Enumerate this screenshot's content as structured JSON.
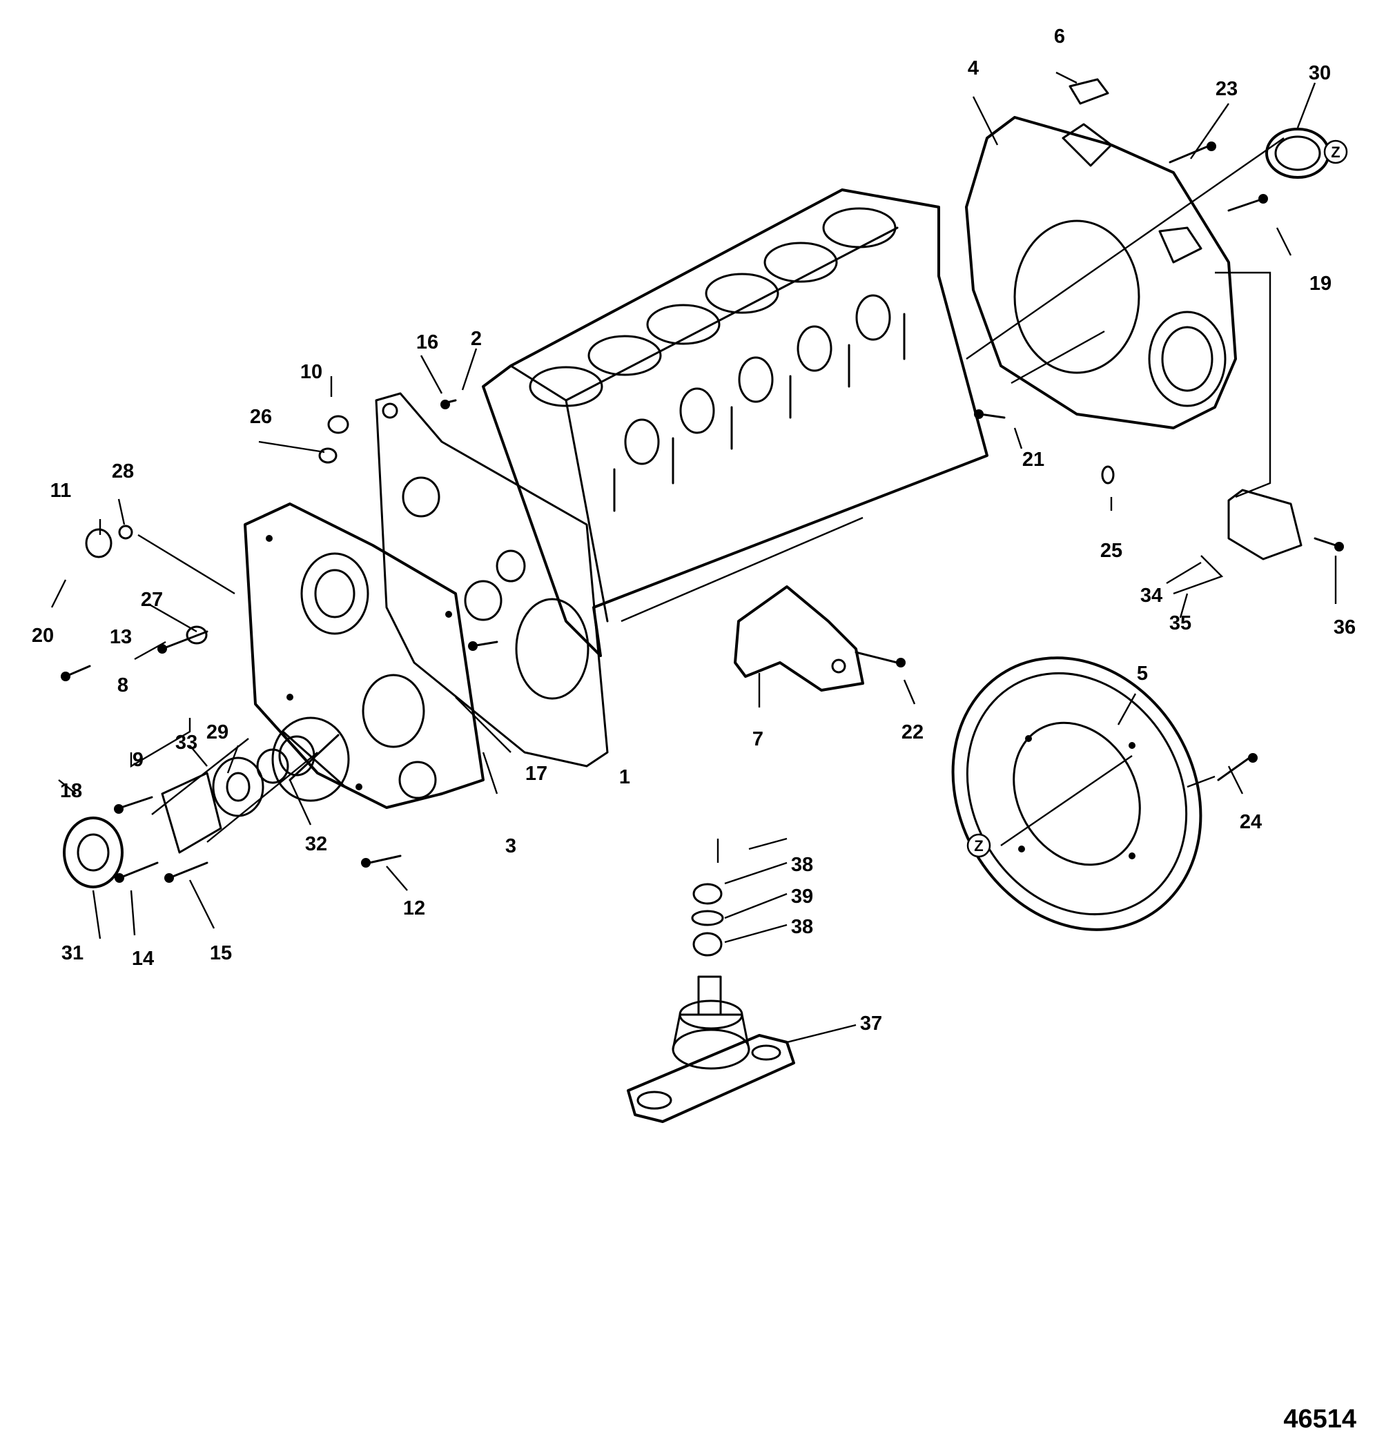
{
  "diagram": {
    "drawing_number": "46514",
    "z_marker": "Z",
    "callouts": [
      "1",
      "2",
      "3",
      "4",
      "5",
      "6",
      "7",
      "8",
      "9",
      "10",
      "11",
      "12",
      "13",
      "14",
      "15",
      "16",
      "17",
      "18",
      "19",
      "20",
      "21",
      "22",
      "23",
      "24",
      "25",
      "26",
      "27",
      "28",
      "29",
      "30",
      "31",
      "32",
      "33",
      "34",
      "35",
      "36",
      "37",
      "38",
      "39"
    ],
    "duplicate_callout": "38"
  },
  "parts": [
    {
      "id": "1",
      "name": "engine-block"
    },
    {
      "id": "3",
      "name": "front-cover"
    },
    {
      "id": "4",
      "name": "flywheel-housing"
    },
    {
      "id": "5",
      "name": "flywheel-adapter-plate"
    },
    {
      "id": "7",
      "name": "engine-mount-bracket"
    },
    {
      "id": "37",
      "name": "rubber-engine-mount"
    }
  ]
}
